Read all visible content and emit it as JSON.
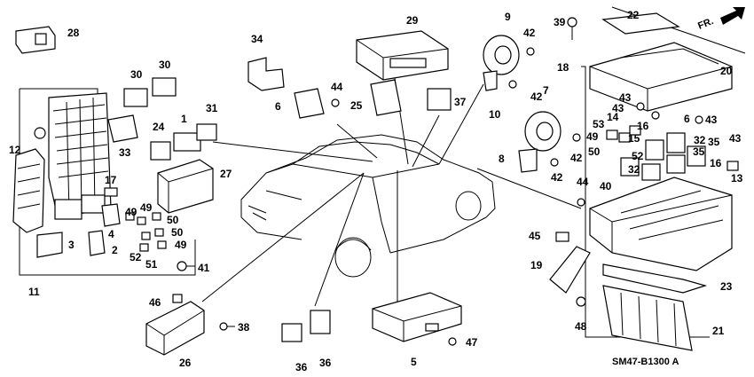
{
  "diagram_code": "SM47-B1300 A",
  "direction_label": "FR.",
  "callouts": [
    "1",
    "2",
    "3",
    "4",
    "5",
    "6",
    "7",
    "8",
    "9",
    "10",
    "11",
    "12",
    "13",
    "14",
    "15",
    "16",
    "17",
    "18",
    "19",
    "20",
    "21",
    "22",
    "23",
    "24",
    "25",
    "26",
    "27",
    "28",
    "29",
    "30",
    "31",
    "32",
    "33",
    "34",
    "35",
    "36",
    "37",
    "38",
    "39",
    "40",
    "41",
    "42",
    "43",
    "44",
    "45",
    "46",
    "47",
    "48",
    "49",
    "50",
    "51",
    "52",
    "53"
  ]
}
